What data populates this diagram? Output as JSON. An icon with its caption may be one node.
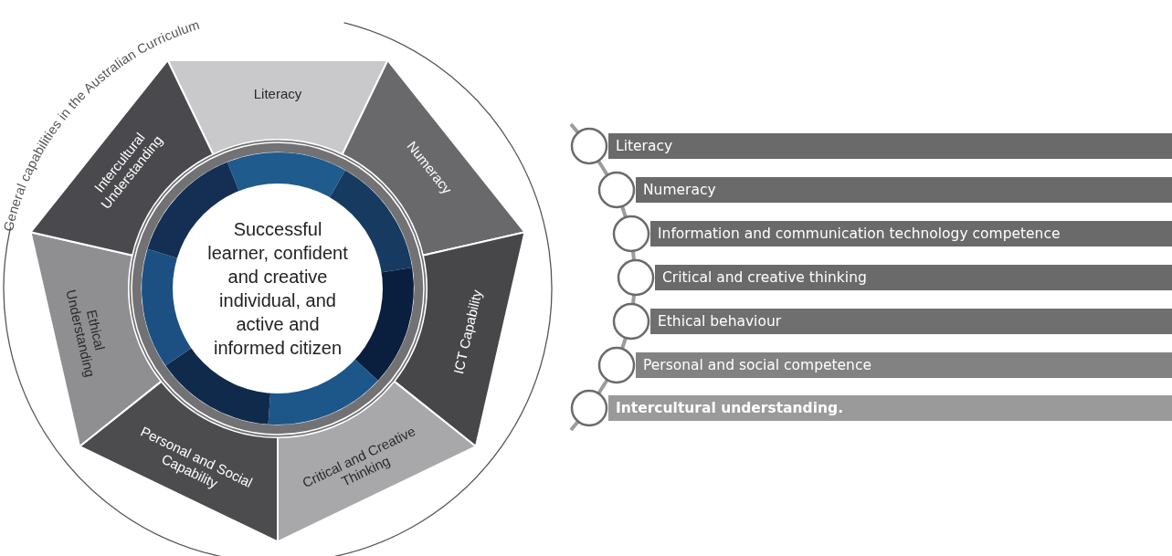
{
  "diagram": {
    "title": "General capabilities in the Australian Curriculum",
    "nodes": [
      {
        "text": [
          "Literacy"
        ]
      },
      {
        "text": [
          "Numeracy"
        ]
      },
      {
        "text": [
          "ICT Capability"
        ]
      },
      {
        "text": [
          "Critical and Creative Thinking"
        ]
      },
      {
        "text": [
          "Personal and Social Capability"
        ]
      },
      {
        "text": [
          "Ethical Understanding"
        ]
      },
      {
        "text": [
          "Intercultural Understanding"
        ]
      },
      {
        "text": [
          "Successful learner, confident and creative individual, and active and informed citizen"
        ]
      },
      {
        "text": [
          "Literacy"
        ]
      },
      {
        "text": [
          "Numeracy"
        ]
      },
      {
        "text": [
          "Information and communication technology competence"
        ]
      },
      {
        "text": [
          "Critical and creative thinking"
        ]
      },
      {
        "text": [
          "Ethical behaviour"
        ]
      },
      {
        "text": [
          "Personal and social competence"
        ]
      },
      {
        "text": [
          "Intercultural understanding."
        ]
      }
    ]
  }
}
